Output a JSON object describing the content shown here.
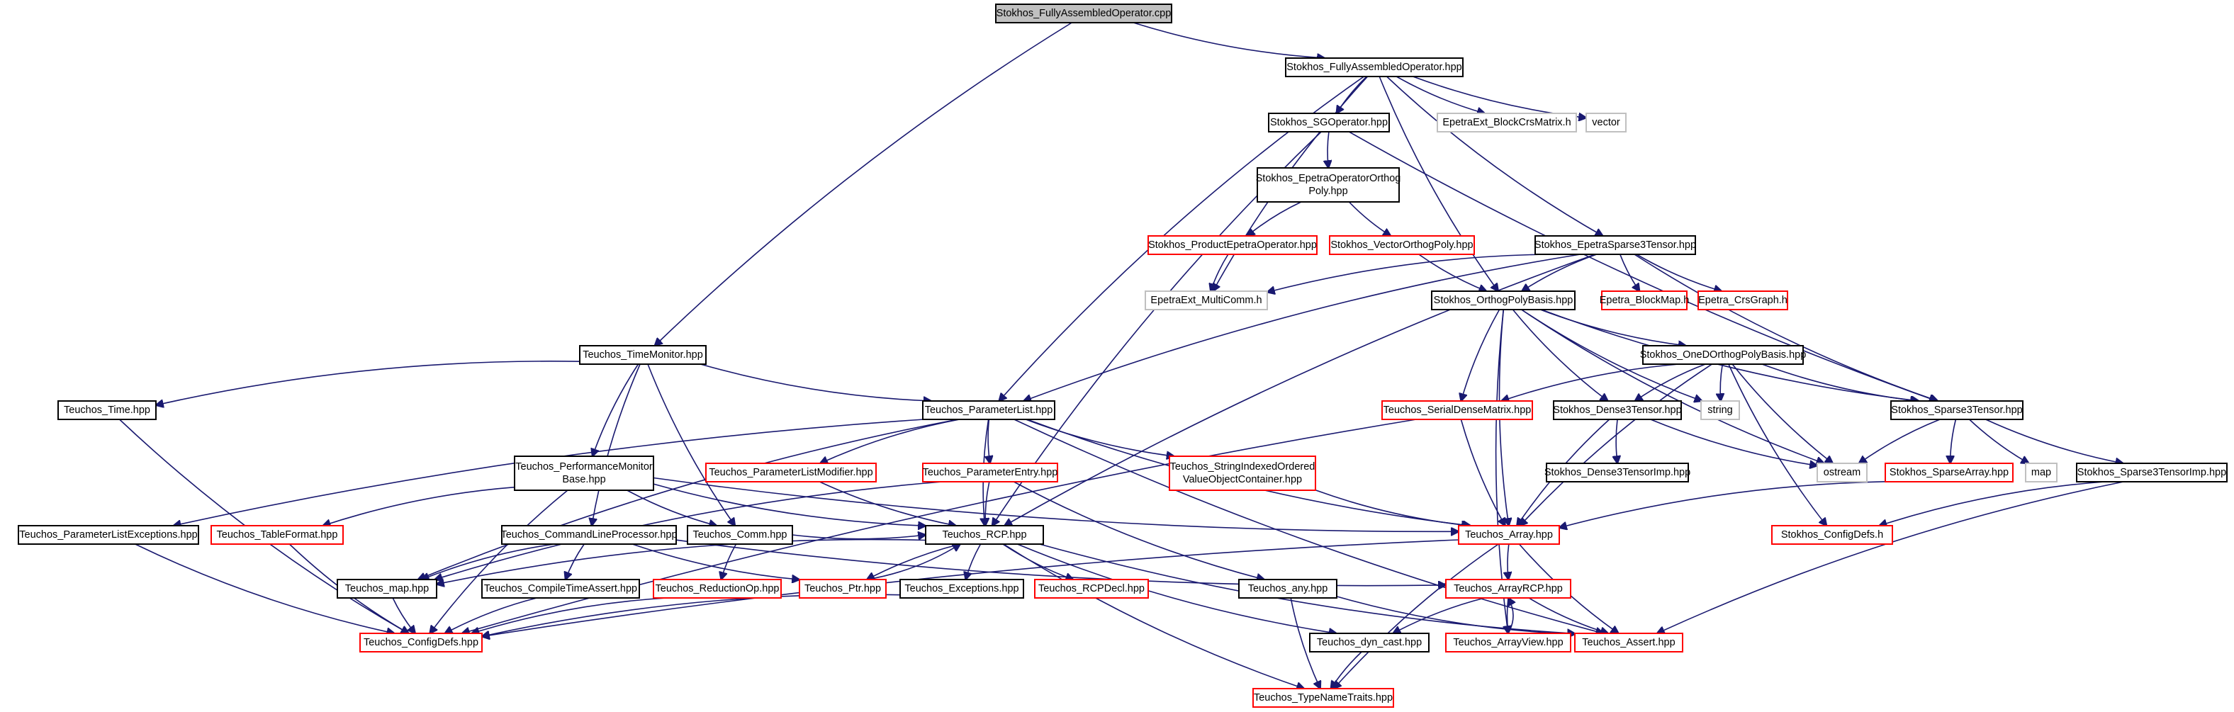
{
  "colors": {
    "edge": "#191970",
    "root_fill": "#c0c0c0",
    "border_black": "#000000",
    "border_red": "#ff0000",
    "border_gray": "#c0c0c0",
    "background": "#ffffff"
  },
  "nodes": [
    {
      "id": "root",
      "lines": [
        "Stokhos_FullyAssembledOperator.cpp"
      ],
      "style": "root"
    },
    {
      "id": "fao_hpp",
      "lines": [
        "Stokhos_FullyAssembledOperator.hpp"
      ],
      "style": "black"
    },
    {
      "id": "sgop",
      "lines": [
        "Stokhos_SGOperator.hpp"
      ],
      "style": "black"
    },
    {
      "id": "blockcrs",
      "lines": [
        "EpetraExt_BlockCrsMatrix.h"
      ],
      "style": "gray"
    },
    {
      "id": "vector",
      "lines": [
        "vector"
      ],
      "style": "gray"
    },
    {
      "id": "eoop",
      "lines": [
        "Stokhos_EpetraOperatorOrthog",
        "Poly.hpp"
      ],
      "style": "black"
    },
    {
      "id": "prodop",
      "lines": [
        "Stokhos_ProductEpetraOperator.hpp"
      ],
      "style": "red"
    },
    {
      "id": "vecop",
      "lines": [
        "Stokhos_VectorOrthogPoly.hpp"
      ],
      "style": "red"
    },
    {
      "id": "es3t",
      "lines": [
        "Stokhos_EpetraSparse3Tensor.hpp"
      ],
      "style": "black"
    },
    {
      "id": "multicomm",
      "lines": [
        "EpetraExt_MultiComm.h"
      ],
      "style": "gray"
    },
    {
      "id": "opb",
      "lines": [
        "Stokhos_OrthogPolyBasis.hpp"
      ],
      "style": "black"
    },
    {
      "id": "blockmap",
      "lines": [
        "Epetra_BlockMap.h"
      ],
      "style": "red"
    },
    {
      "id": "crsgraph",
      "lines": [
        "Epetra_CrsGraph.h"
      ],
      "style": "red"
    },
    {
      "id": "timemon",
      "lines": [
        "Teuchos_TimeMonitor.hpp"
      ],
      "style": "black"
    },
    {
      "id": "oneopb",
      "lines": [
        "Stokhos_OneDOrthogPolyBasis.hpp"
      ],
      "style": "black"
    },
    {
      "id": "time",
      "lines": [
        "Teuchos_Time.hpp"
      ],
      "style": "black"
    },
    {
      "id": "plist",
      "lines": [
        "Teuchos_ParameterList.hpp"
      ],
      "style": "black"
    },
    {
      "id": "sdm",
      "lines": [
        "Teuchos_SerialDenseMatrix.hpp"
      ],
      "style": "red"
    },
    {
      "id": "d3t",
      "lines": [
        "Stokhos_Dense3Tensor.hpp"
      ],
      "style": "black"
    },
    {
      "id": "string",
      "lines": [
        "string"
      ],
      "style": "gray"
    },
    {
      "id": "s3t",
      "lines": [
        "Stokhos_Sparse3Tensor.hpp"
      ],
      "style": "black"
    },
    {
      "id": "pmb",
      "lines": [
        "Teuchos_PerformanceMonitor",
        "Base.hpp"
      ],
      "style": "black"
    },
    {
      "id": "plmod",
      "lines": [
        "Teuchos_ParameterListModifier.hpp"
      ],
      "style": "red"
    },
    {
      "id": "pentry",
      "lines": [
        "Teuchos_ParameterEntry.hpp"
      ],
      "style": "red"
    },
    {
      "id": "sio",
      "lines": [
        "Teuchos_StringIndexedOrdered",
        "ValueObjectContainer.hpp"
      ],
      "style": "red"
    },
    {
      "id": "d3timp",
      "lines": [
        "Stokhos_Dense3TensorImp.hpp"
      ],
      "style": "black"
    },
    {
      "id": "ostream",
      "lines": [
        "ostream"
      ],
      "style": "gray"
    },
    {
      "id": "sparray",
      "lines": [
        "Stokhos_SparseArray.hpp"
      ],
      "style": "red"
    },
    {
      "id": "map",
      "lines": [
        "map"
      ],
      "style": "gray"
    },
    {
      "id": "s3timp",
      "lines": [
        "Stokhos_Sparse3TensorImp.hpp"
      ],
      "style": "black"
    },
    {
      "id": "plexc",
      "lines": [
        "Teuchos_ParameterListExceptions.hpp"
      ],
      "style": "black"
    },
    {
      "id": "tablefmt",
      "lines": [
        "Teuchos_TableFormat.hpp"
      ],
      "style": "red"
    },
    {
      "id": "clp",
      "lines": [
        "Teuchos_CommandLineProcessor.hpp"
      ],
      "style": "black"
    },
    {
      "id": "comm",
      "lines": [
        "Teuchos_Comm.hpp"
      ],
      "style": "black"
    },
    {
      "id": "rcp",
      "lines": [
        "Teuchos_RCP.hpp"
      ],
      "style": "black"
    },
    {
      "id": "array",
      "lines": [
        "Teuchos_Array.hpp"
      ],
      "style": "red"
    },
    {
      "id": "cfgdefs_s",
      "lines": [
        "Stokhos_ConfigDefs.h"
      ],
      "style": "red"
    },
    {
      "id": "tmap",
      "lines": [
        "Teuchos_map.hpp"
      ],
      "style": "black"
    },
    {
      "id": "cta",
      "lines": [
        "Teuchos_CompileTimeAssert.hpp"
      ],
      "style": "black"
    },
    {
      "id": "redop",
      "lines": [
        "Teuchos_ReductionOp.hpp"
      ],
      "style": "red"
    },
    {
      "id": "ptr",
      "lines": [
        "Teuchos_Ptr.hpp"
      ],
      "style": "red"
    },
    {
      "id": "exc",
      "lines": [
        "Teuchos_Exceptions.hpp"
      ],
      "style": "black"
    },
    {
      "id": "rcpdecl",
      "lines": [
        "Teuchos_RCPDecl.hpp"
      ],
      "style": "red"
    },
    {
      "id": "any",
      "lines": [
        "Teuchos_any.hpp"
      ],
      "style": "black"
    },
    {
      "id": "arcp",
      "lines": [
        "Teuchos_ArrayRCP.hpp"
      ],
      "style": "red"
    },
    {
      "id": "cfgdefs_t",
      "lines": [
        "Teuchos_ConfigDefs.hpp"
      ],
      "style": "red"
    },
    {
      "id": "dyncast",
      "lines": [
        "Teuchos_dyn_cast.hpp"
      ],
      "style": "black"
    },
    {
      "id": "aview",
      "lines": [
        "Teuchos_ArrayView.hpp"
      ],
      "style": "red"
    },
    {
      "id": "assert",
      "lines": [
        "Teuchos_Assert.hpp"
      ],
      "style": "red"
    },
    {
      "id": "tnt",
      "lines": [
        "Teuchos_TypeNameTraits.hpp"
      ],
      "style": "red"
    }
  ],
  "edges": [
    [
      "root",
      "fao_hpp"
    ],
    [
      "root",
      "timemon"
    ],
    [
      "fao_hpp",
      "sgop"
    ],
    [
      "fao_hpp",
      "blockcrs"
    ],
    [
      "fao_hpp",
      "vector"
    ],
    [
      "fao_hpp",
      "es3t"
    ],
    [
      "fao_hpp",
      "plist"
    ],
    [
      "fao_hpp",
      "opb"
    ],
    [
      "fao_hpp",
      "multicomm"
    ],
    [
      "sgop",
      "eoop"
    ],
    [
      "sgop",
      "rcp"
    ],
    [
      "sgop",
      "s3t"
    ],
    [
      "eoop",
      "prodop"
    ],
    [
      "eoop",
      "vecop"
    ],
    [
      "prodop",
      "multicomm"
    ],
    [
      "vecop",
      "opb"
    ],
    [
      "es3t",
      "multicomm"
    ],
    [
      "es3t",
      "opb"
    ],
    [
      "es3t",
      "blockmap"
    ],
    [
      "es3t",
      "crsgraph"
    ],
    [
      "es3t",
      "s3t"
    ],
    [
      "es3t",
      "plist"
    ],
    [
      "es3t",
      "rcp"
    ],
    [
      "opb",
      "oneopb"
    ],
    [
      "opb",
      "sdm"
    ],
    [
      "opb",
      "d3t"
    ],
    [
      "opb",
      "string"
    ],
    [
      "opb",
      "s3t"
    ],
    [
      "opb",
      "ostream"
    ],
    [
      "opb",
      "array"
    ],
    [
      "opb",
      "aview"
    ],
    [
      "oneopb",
      "sdm"
    ],
    [
      "oneopb",
      "d3t"
    ],
    [
      "oneopb",
      "string"
    ],
    [
      "oneopb",
      "s3t"
    ],
    [
      "oneopb",
      "ostream"
    ],
    [
      "oneopb",
      "array"
    ],
    [
      "oneopb",
      "cfgdefs_s"
    ],
    [
      "timemon",
      "time"
    ],
    [
      "timemon",
      "plist"
    ],
    [
      "timemon",
      "pmb"
    ],
    [
      "timemon",
      "clp"
    ],
    [
      "timemon",
      "comm"
    ],
    [
      "time",
      "cfgdefs_t"
    ],
    [
      "plist",
      "plexc"
    ],
    [
      "plist",
      "plmod"
    ],
    [
      "plist",
      "pentry"
    ],
    [
      "plist",
      "sio"
    ],
    [
      "plist",
      "rcp"
    ],
    [
      "plist",
      "array"
    ],
    [
      "plist",
      "tmap"
    ],
    [
      "plist",
      "assert"
    ],
    [
      "sdm",
      "array"
    ],
    [
      "sdm",
      "cfgdefs_t"
    ],
    [
      "d3t",
      "d3timp"
    ],
    [
      "d3t",
      "ostream"
    ],
    [
      "d3t",
      "array"
    ],
    [
      "s3t",
      "ostream"
    ],
    [
      "s3t",
      "sparray"
    ],
    [
      "s3t",
      "map"
    ],
    [
      "s3t",
      "s3timp"
    ],
    [
      "sparray",
      "array"
    ],
    [
      "s3timp",
      "cfgdefs_s"
    ],
    [
      "s3timp",
      "assert"
    ],
    [
      "pmb",
      "tablefmt"
    ],
    [
      "pmb",
      "comm"
    ],
    [
      "pmb",
      "rcp"
    ],
    [
      "pmb",
      "array"
    ],
    [
      "pmb",
      "cfgdefs_t"
    ],
    [
      "plmod",
      "rcp"
    ],
    [
      "pentry",
      "rcp"
    ],
    [
      "pentry",
      "any"
    ],
    [
      "pentry",
      "tmap"
    ],
    [
      "sio",
      "array"
    ],
    [
      "plexc",
      "cfgdefs_t"
    ],
    [
      "tablefmt",
      "cfgdefs_t"
    ],
    [
      "clp",
      "tmap"
    ],
    [
      "clp",
      "cta"
    ],
    [
      "clp",
      "ptr"
    ],
    [
      "clp",
      "arcp"
    ],
    [
      "comm",
      "redop"
    ],
    [
      "comm",
      "rcp"
    ],
    [
      "rcp",
      "ptr"
    ],
    [
      "rcp",
      "exc"
    ],
    [
      "rcp",
      "rcpdecl"
    ],
    [
      "rcp",
      "dyncast"
    ],
    [
      "rcp",
      "tnt"
    ],
    [
      "rcp",
      "assert"
    ],
    [
      "rcp",
      "tmap"
    ],
    [
      "ptr",
      "rcp"
    ],
    [
      "array",
      "arcp"
    ],
    [
      "array",
      "assert"
    ],
    [
      "array",
      "cfgdefs_t"
    ],
    [
      "array",
      "tnt"
    ],
    [
      "tmap",
      "cfgdefs_t"
    ],
    [
      "cta",
      "cfgdefs_t"
    ],
    [
      "exc",
      "cfgdefs_t"
    ],
    [
      "redop",
      "cfgdefs_t"
    ],
    [
      "any",
      "tnt"
    ],
    [
      "any",
      "assert"
    ],
    [
      "arcp",
      "aview"
    ],
    [
      "arcp",
      "assert"
    ],
    [
      "arcp",
      "dyncast"
    ],
    [
      "aview",
      "arcp"
    ],
    [
      "dyncast",
      "tnt"
    ]
  ]
}
